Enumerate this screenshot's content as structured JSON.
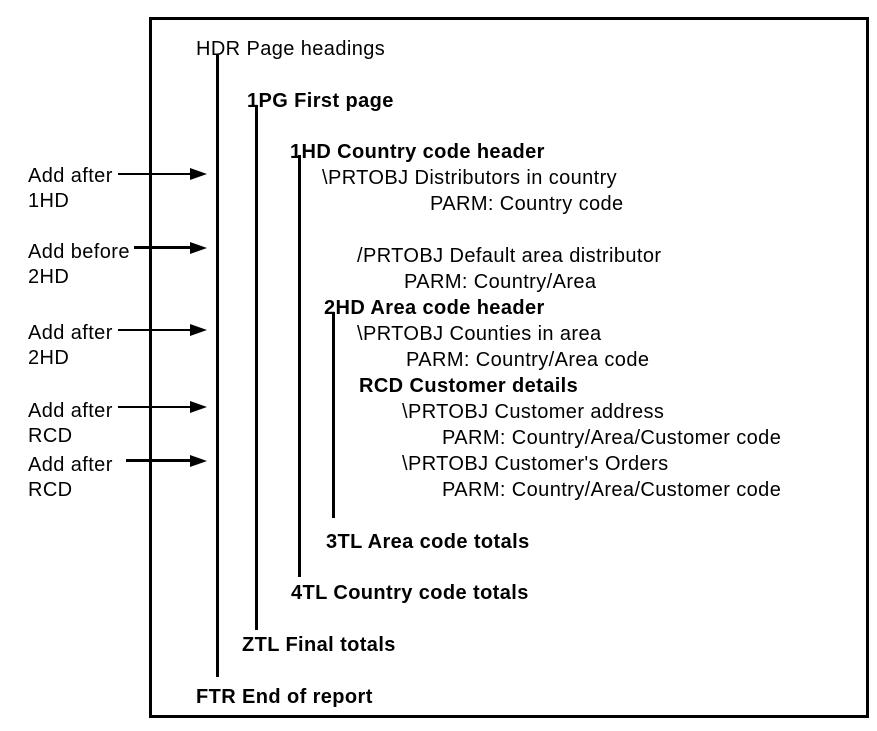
{
  "colors": {
    "ink": "#000000",
    "paper": "#ffffff"
  },
  "tree": {
    "nodes": [
      {
        "text": "HDR Page headings"
      },
      {
        "text": "1PG First page"
      },
      {
        "text": "1HD Country code header"
      },
      {
        "text": "\\PRTOBJ Distributors in country"
      },
      {
        "text": "PARM: Country code"
      },
      {
        "text": "/PRTOBJ Default area distributor"
      },
      {
        "text": "PARM: Country/Area"
      },
      {
        "text": "2HD Area code header"
      },
      {
        "text": "\\PRTOBJ Counties in area"
      },
      {
        "text": "PARM: Country/Area code"
      },
      {
        "text": "RCD Customer details"
      },
      {
        "text": "\\PRTOBJ Customer address"
      },
      {
        "text": "PARM: Country/Area/Customer code"
      },
      {
        "text": "\\PRTOBJ Customer's Orders"
      },
      {
        "text": "PARM: Country/Area/Customer code"
      },
      {
        "text": "3TL Area code totals"
      },
      {
        "text": "4TL Country code totals"
      },
      {
        "text": "ZTL Final totals"
      },
      {
        "text": "FTR End of report"
      }
    ]
  },
  "annotations": [
    {
      "action": "Add after",
      "target": "1HD"
    },
    {
      "action": "Add before",
      "target": "2HD"
    },
    {
      "action": "Add after",
      "target": "2HD"
    },
    {
      "action": "Add after",
      "target": "RCD"
    },
    {
      "action": "Add after",
      "target": "RCD"
    }
  ]
}
